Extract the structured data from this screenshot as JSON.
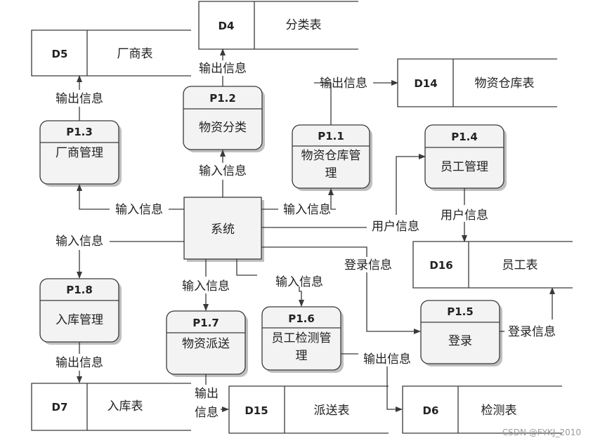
{
  "system": {
    "label": "系统"
  },
  "processes": {
    "p11": {
      "id": "P1.1",
      "name1": "物资仓库管",
      "name2": "理"
    },
    "p12": {
      "id": "P1.2",
      "name1": "物资分类"
    },
    "p13": {
      "id": "P1.3",
      "name1": "厂商管理"
    },
    "p14": {
      "id": "P1.4",
      "name1": "员工管理"
    },
    "p15": {
      "id": "P1.5",
      "name1": "登录"
    },
    "p16": {
      "id": "P1.6",
      "name1": "员工检测管",
      "name2": "理"
    },
    "p17": {
      "id": "P1.7",
      "name1": "物资派送"
    },
    "p18": {
      "id": "P1.8",
      "name1": "入库管理"
    }
  },
  "stores": {
    "d4": {
      "id": "D4",
      "name": "分类表"
    },
    "d5": {
      "id": "D5",
      "name": "厂商表"
    },
    "d14": {
      "id": "D14",
      "name": "物资仓库表"
    },
    "d16": {
      "id": "D16",
      "name": "员工表"
    },
    "d7": {
      "id": "D7",
      "name": "入库表"
    },
    "d15": {
      "id": "D15",
      "name": "派送表"
    },
    "d6": {
      "id": "D6",
      "name": "检测表"
    }
  },
  "flows": {
    "output_info": "输出信息",
    "input_info": "输入信息",
    "user_info": "用户信息",
    "login_info": "登录信息",
    "output_line1": "输出",
    "output_line2": "信息"
  },
  "watermark": "CSDN @FYKJ_2010"
}
